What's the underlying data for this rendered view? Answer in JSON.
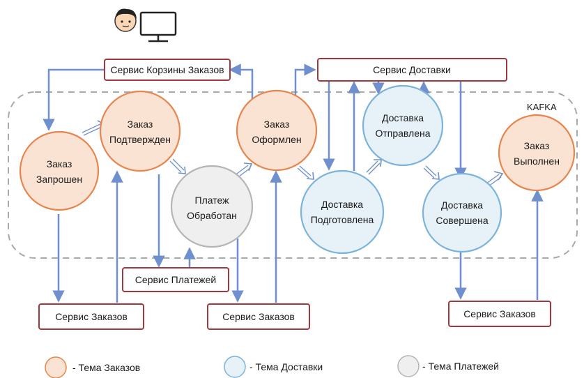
{
  "kafka_label": "KAFKA",
  "services": {
    "cart": "Сервис Корзины Заказов",
    "delivery": "Сервис Доставки",
    "payments": "Сервис Платежей",
    "orders_1": "Сервис Заказов",
    "orders_2": "Сервис Заказов",
    "orders_3": "Сервис Заказов"
  },
  "events": {
    "requested": {
      "line1": "Заказ",
      "line2": "Запрошен"
    },
    "confirmed": {
      "line1": "Заказ",
      "line2": "Подтвержден"
    },
    "paid": {
      "line1": "Платеж",
      "line2": "Обработан"
    },
    "placed": {
      "line1": "Заказ",
      "line2": "Оформлен"
    },
    "prepared": {
      "line1": "Доставка",
      "line2": "Подготовлена"
    },
    "shipped": {
      "line1": "Доставка",
      "line2": "Отправлена"
    },
    "delivered": {
      "line1": "Доставка",
      "line2": "Совершена"
    },
    "completed": {
      "line1": "Заказ",
      "line2": "Выполнен"
    }
  },
  "legend": {
    "orders": "- Тема Заказов",
    "delivery": "- Тема Доставки",
    "payments": "- Тема Платежей"
  },
  "colors": {
    "orders_fill": "#fbe3d3",
    "orders_stroke": "#e8854f",
    "delivery_fill": "#e6f1f8",
    "delivery_stroke": "#7bb3dd",
    "payments_fill": "#efefef",
    "payments_stroke": "#b5b5b5",
    "service_stroke": "#a2373c",
    "arrow": "#6f8fcf"
  },
  "icons": {
    "user": "user-face-icon",
    "computer": "monitor-icon"
  }
}
